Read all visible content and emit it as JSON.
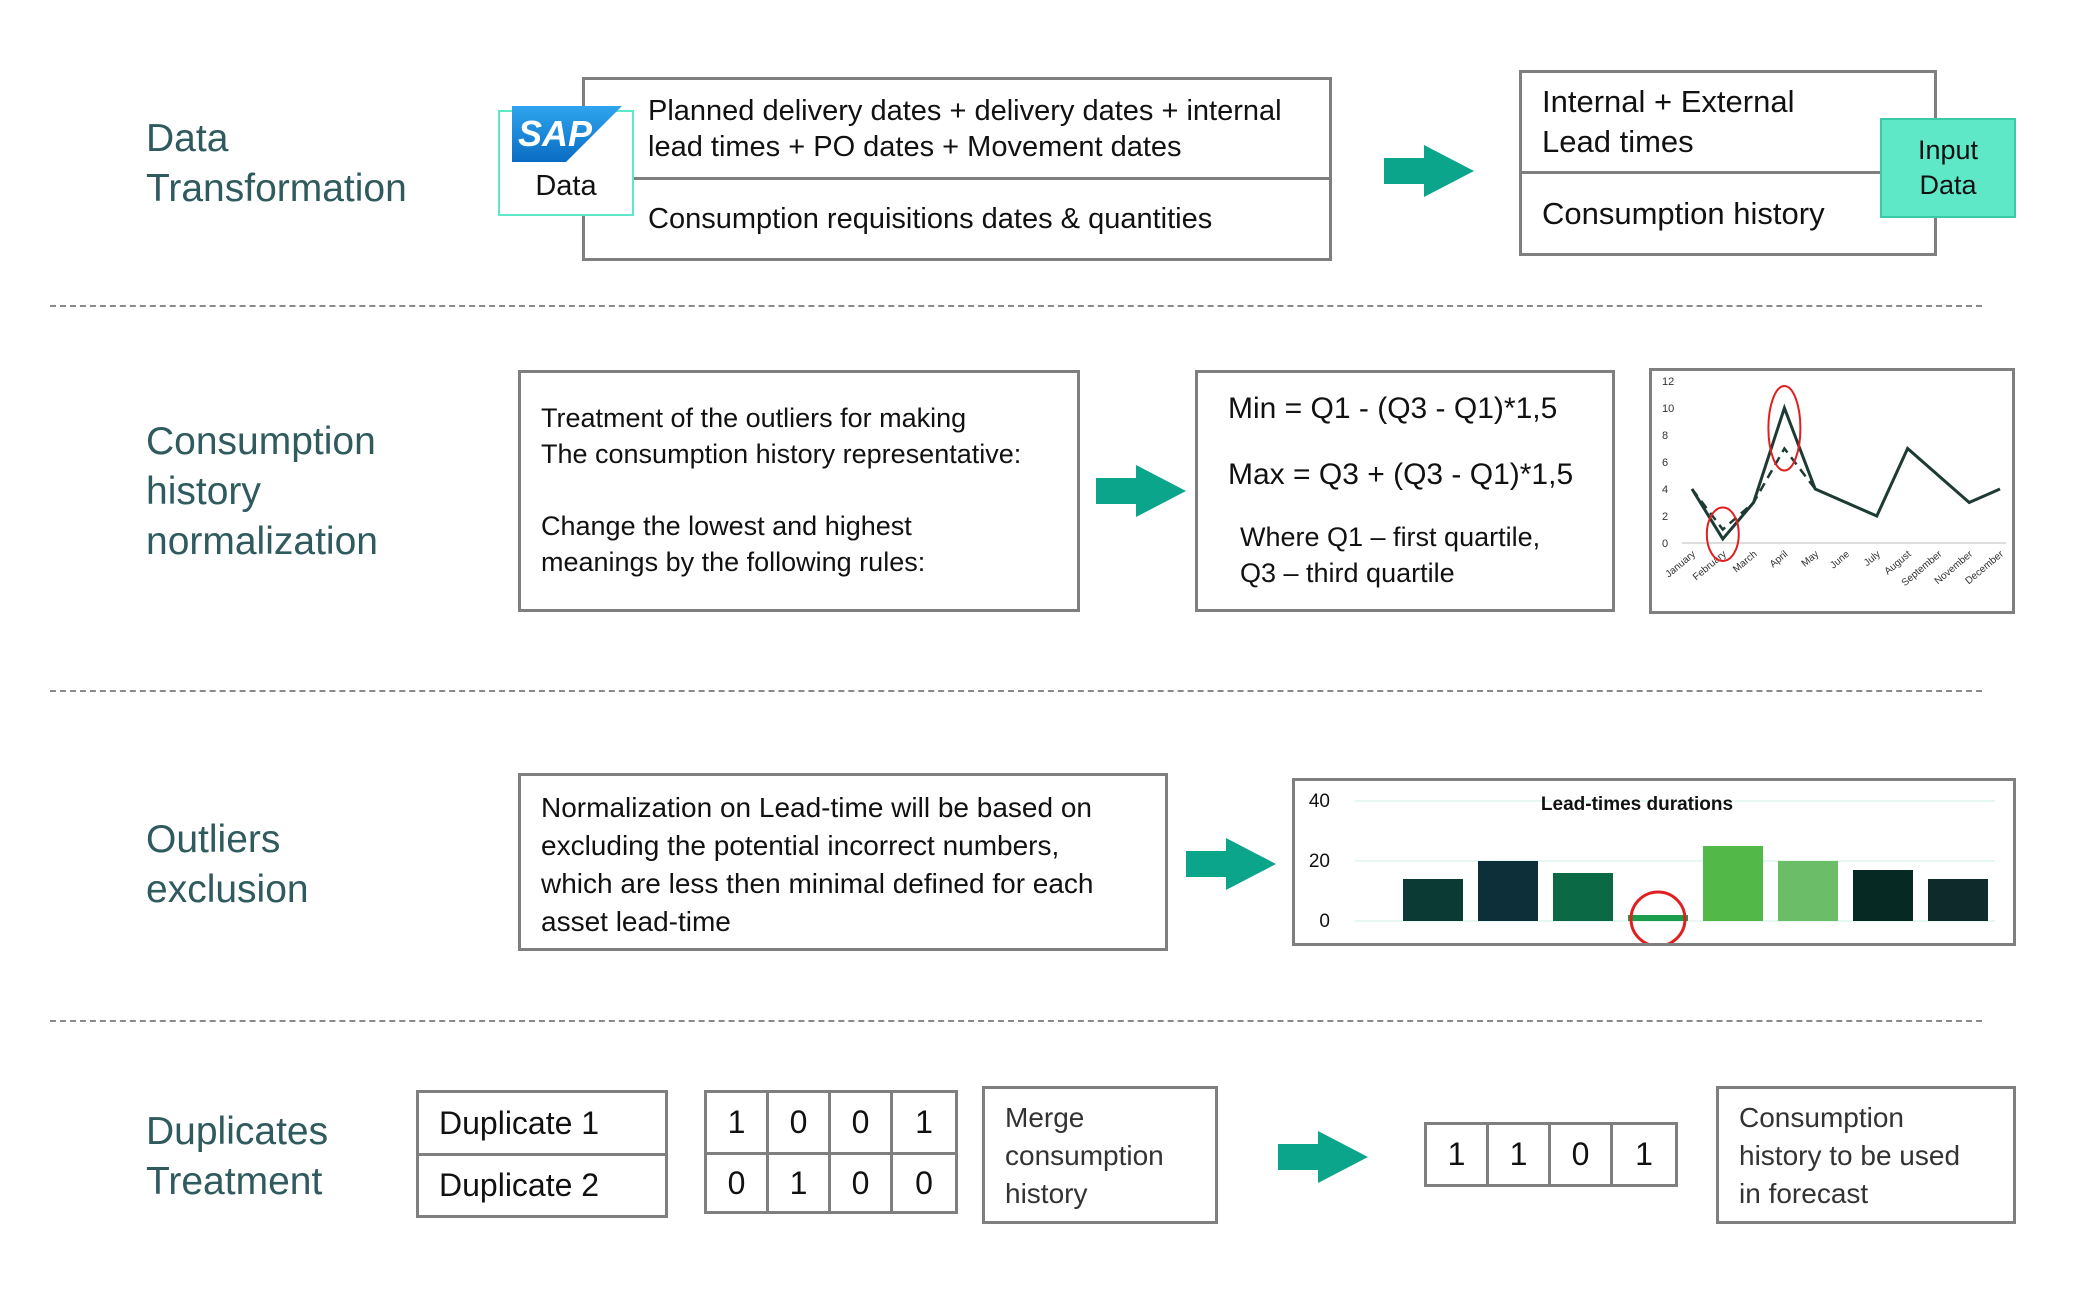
{
  "sections": {
    "transformation": "Data\nTransformation",
    "normalization": "Consumption\nhistory\nnormalization",
    "outliers": "Outliers\nexclusion",
    "duplicates": "Duplicates\nTreatment"
  },
  "sap": {
    "logo": "SAP",
    "label": "Data"
  },
  "transformation": {
    "row1": "Planned delivery dates + delivery dates + internal\nlead times + PO dates + Movement dates",
    "row2": "Consumption requisitions dates & quantities",
    "out1": "Internal + External\nLead times",
    "out2": "Consumption history",
    "badge": "Input\nData"
  },
  "normalization": {
    "text1": "Treatment of the outliers for making\nThe consumption history representative:",
    "text2": "Change the lowest and highest\nmeanings by the following rules:",
    "min": "Min = Q1 - (Q3 - Q1)*1,5",
    "max": "Max = Q3 + (Q3 - Q1)*1,5",
    "where": "Where Q1 – first quartile,\nQ3 – third quartile"
  },
  "outliers": {
    "text": "Normalization on Lead-time will be based on\nexcluding the potential incorrect numbers,\nwhich are less then minimal defined for each\nasset lead-time"
  },
  "duplicates": {
    "dup1": "Duplicate 1",
    "dup2": "Duplicate 2",
    "row1": [
      "1",
      "0",
      "0",
      "1"
    ],
    "row2": [
      "0",
      "1",
      "0",
      "0"
    ],
    "merge": "Merge\nconsumption\nhistory",
    "result": [
      "1",
      "1",
      "0",
      "1"
    ],
    "final": "Consumption\nhistory to be used\nin forecast"
  },
  "colors": {
    "accent": "#0aa58a",
    "title": "#2f5a5e",
    "badge": "#5ee8c8",
    "outlier_circle": "#e02020",
    "line": "#1d3b34"
  },
  "chart_data": [
    {
      "type": "line",
      "x": [
        "January",
        "February",
        "March",
        "April",
        "May",
        "June",
        "July",
        "August",
        "September",
        "November",
        "December"
      ],
      "yticks": [
        0,
        2,
        4,
        6,
        8,
        10,
        12
      ],
      "ylim": [
        0,
        12
      ],
      "series": [
        {
          "style": "solid",
          "values": [
            4,
            0.3,
            3,
            10,
            4,
            3,
            2,
            7,
            5,
            3,
            4
          ]
        },
        {
          "style": "dashed",
          "values": [
            4,
            1,
            3,
            7,
            4,
            3,
            2,
            7,
            5,
            3,
            4
          ]
        }
      ],
      "outliers": [
        1,
        3
      ]
    },
    {
      "type": "bar",
      "title": "Lead-times durations",
      "yticks": [
        0,
        20,
        40
      ],
      "ylim": [
        0,
        40
      ],
      "values": [
        14,
        20,
        16,
        2,
        25,
        20,
        17,
        14
      ],
      "colors": [
        "#0b3a34",
        "#0d2f3a",
        "#0b6a45",
        "#1a9e4c",
        "#52b848",
        "#6cbd68",
        "#062924",
        "#0e2a2a"
      ],
      "outlier_index": 3
    }
  ]
}
